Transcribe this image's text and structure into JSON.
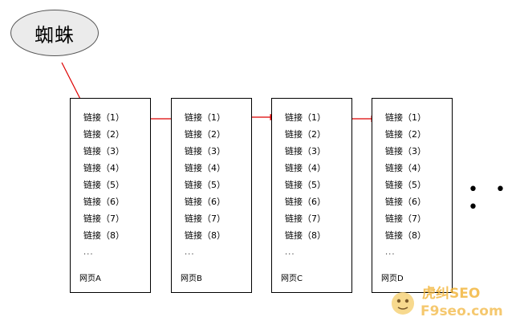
{
  "spider": {
    "label": "蜘蛛"
  },
  "pages": [
    {
      "name": "网页A",
      "links": [
        "链接（1）",
        "链接（2）",
        "链接（3）",
        "链接（4）",
        "链接（5）",
        "链接（6）",
        "链接（7）",
        "链接（8）"
      ],
      "ellipsis": "..."
    },
    {
      "name": "网页B",
      "links": [
        "链接（1）",
        "链接（2）",
        "链接（3）",
        "链接（4）",
        "链接（5）",
        "链接（6）",
        "链接（7）",
        "链接（8）"
      ],
      "ellipsis": "..."
    },
    {
      "name": "网页C",
      "links": [
        "链接（1）",
        "链接（2）",
        "链接（3）",
        "链接（4）",
        "链接（5）",
        "链接（6）",
        "链接（7）",
        "链接（8）"
      ],
      "ellipsis": "..."
    },
    {
      "name": "网页D",
      "links": [
        "链接（1）",
        "链接（2）",
        "链接（3）",
        "链接（4）",
        "链接（5）",
        "链接（6）",
        "链接（7）",
        "链接（8）"
      ],
      "ellipsis": "..."
    }
  ],
  "more": "• • •",
  "watermark": {
    "line1": "虎纠SEO",
    "line2": "F9seo.com"
  },
  "colors": {
    "arrow": "#dd0000",
    "border": "#000000",
    "ellipse_fill": "#ebebeb",
    "watermark": "#f2b233"
  }
}
